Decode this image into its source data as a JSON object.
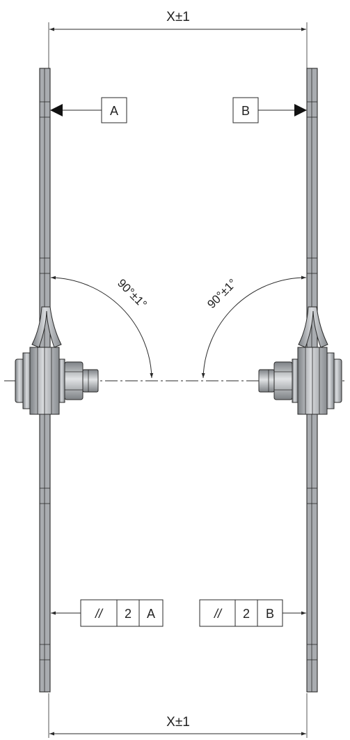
{
  "dimensions": {
    "top_width": "X±1",
    "bottom_width": "X±1"
  },
  "angles": {
    "left": "90°±1°",
    "right": "90°±1°"
  },
  "datums": {
    "left": "A",
    "right": "B"
  },
  "tolerance_frames": {
    "left": {
      "symbol": "//",
      "value": "2",
      "datum": "A"
    },
    "right": {
      "symbol": "//",
      "value": "2",
      "datum": "B"
    }
  },
  "colors": {
    "metal_dark": "#7d8185",
    "metal_mid": "#a9acb0",
    "metal_light": "#d4d6d9",
    "line": "#2a2a2a"
  }
}
